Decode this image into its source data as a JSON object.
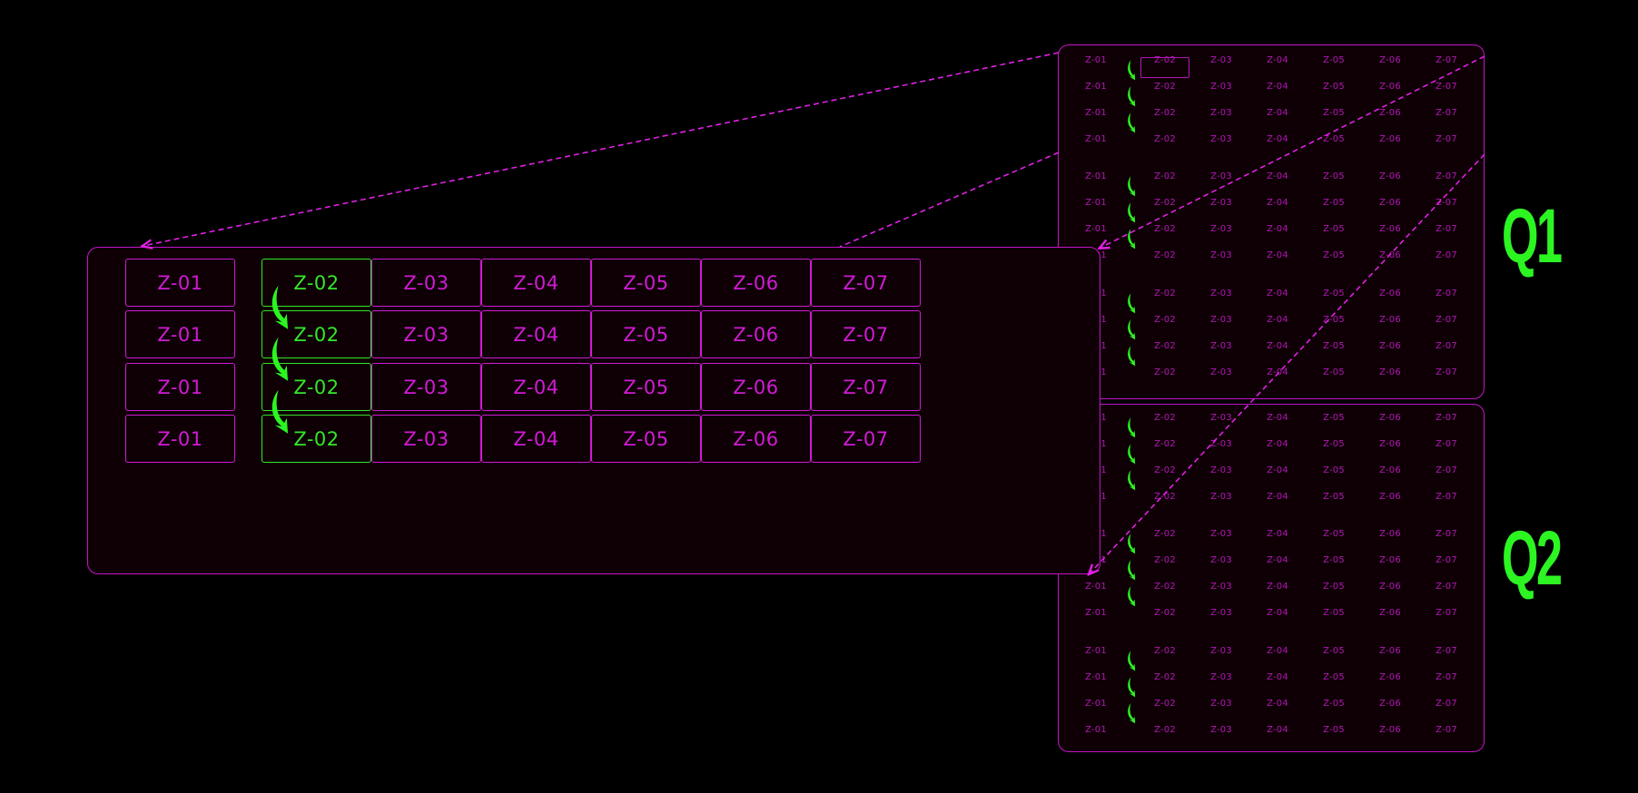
{
  "colors": {
    "accent_magenta": "#d21ad6",
    "accent_green": "#2cf522",
    "panel_bg": "#0e0004",
    "background": "#000000"
  },
  "zone_labels": [
    "Z-01",
    "Z-02",
    "Z-03",
    "Z-04",
    "Z-05",
    "Z-06",
    "Z-07"
  ],
  "zoomed_panel": {
    "rows": 4,
    "highlighted_column": "Z-02",
    "flow_icon": "curved-down-arrow-icon"
  },
  "overview": {
    "quarters": [
      {
        "label": "Q1",
        "groups": 3,
        "rows_per_group": 4
      },
      {
        "label": "Q2",
        "groups": 3,
        "rows_per_group": 4
      }
    ],
    "selected_cell": "Z-02"
  }
}
